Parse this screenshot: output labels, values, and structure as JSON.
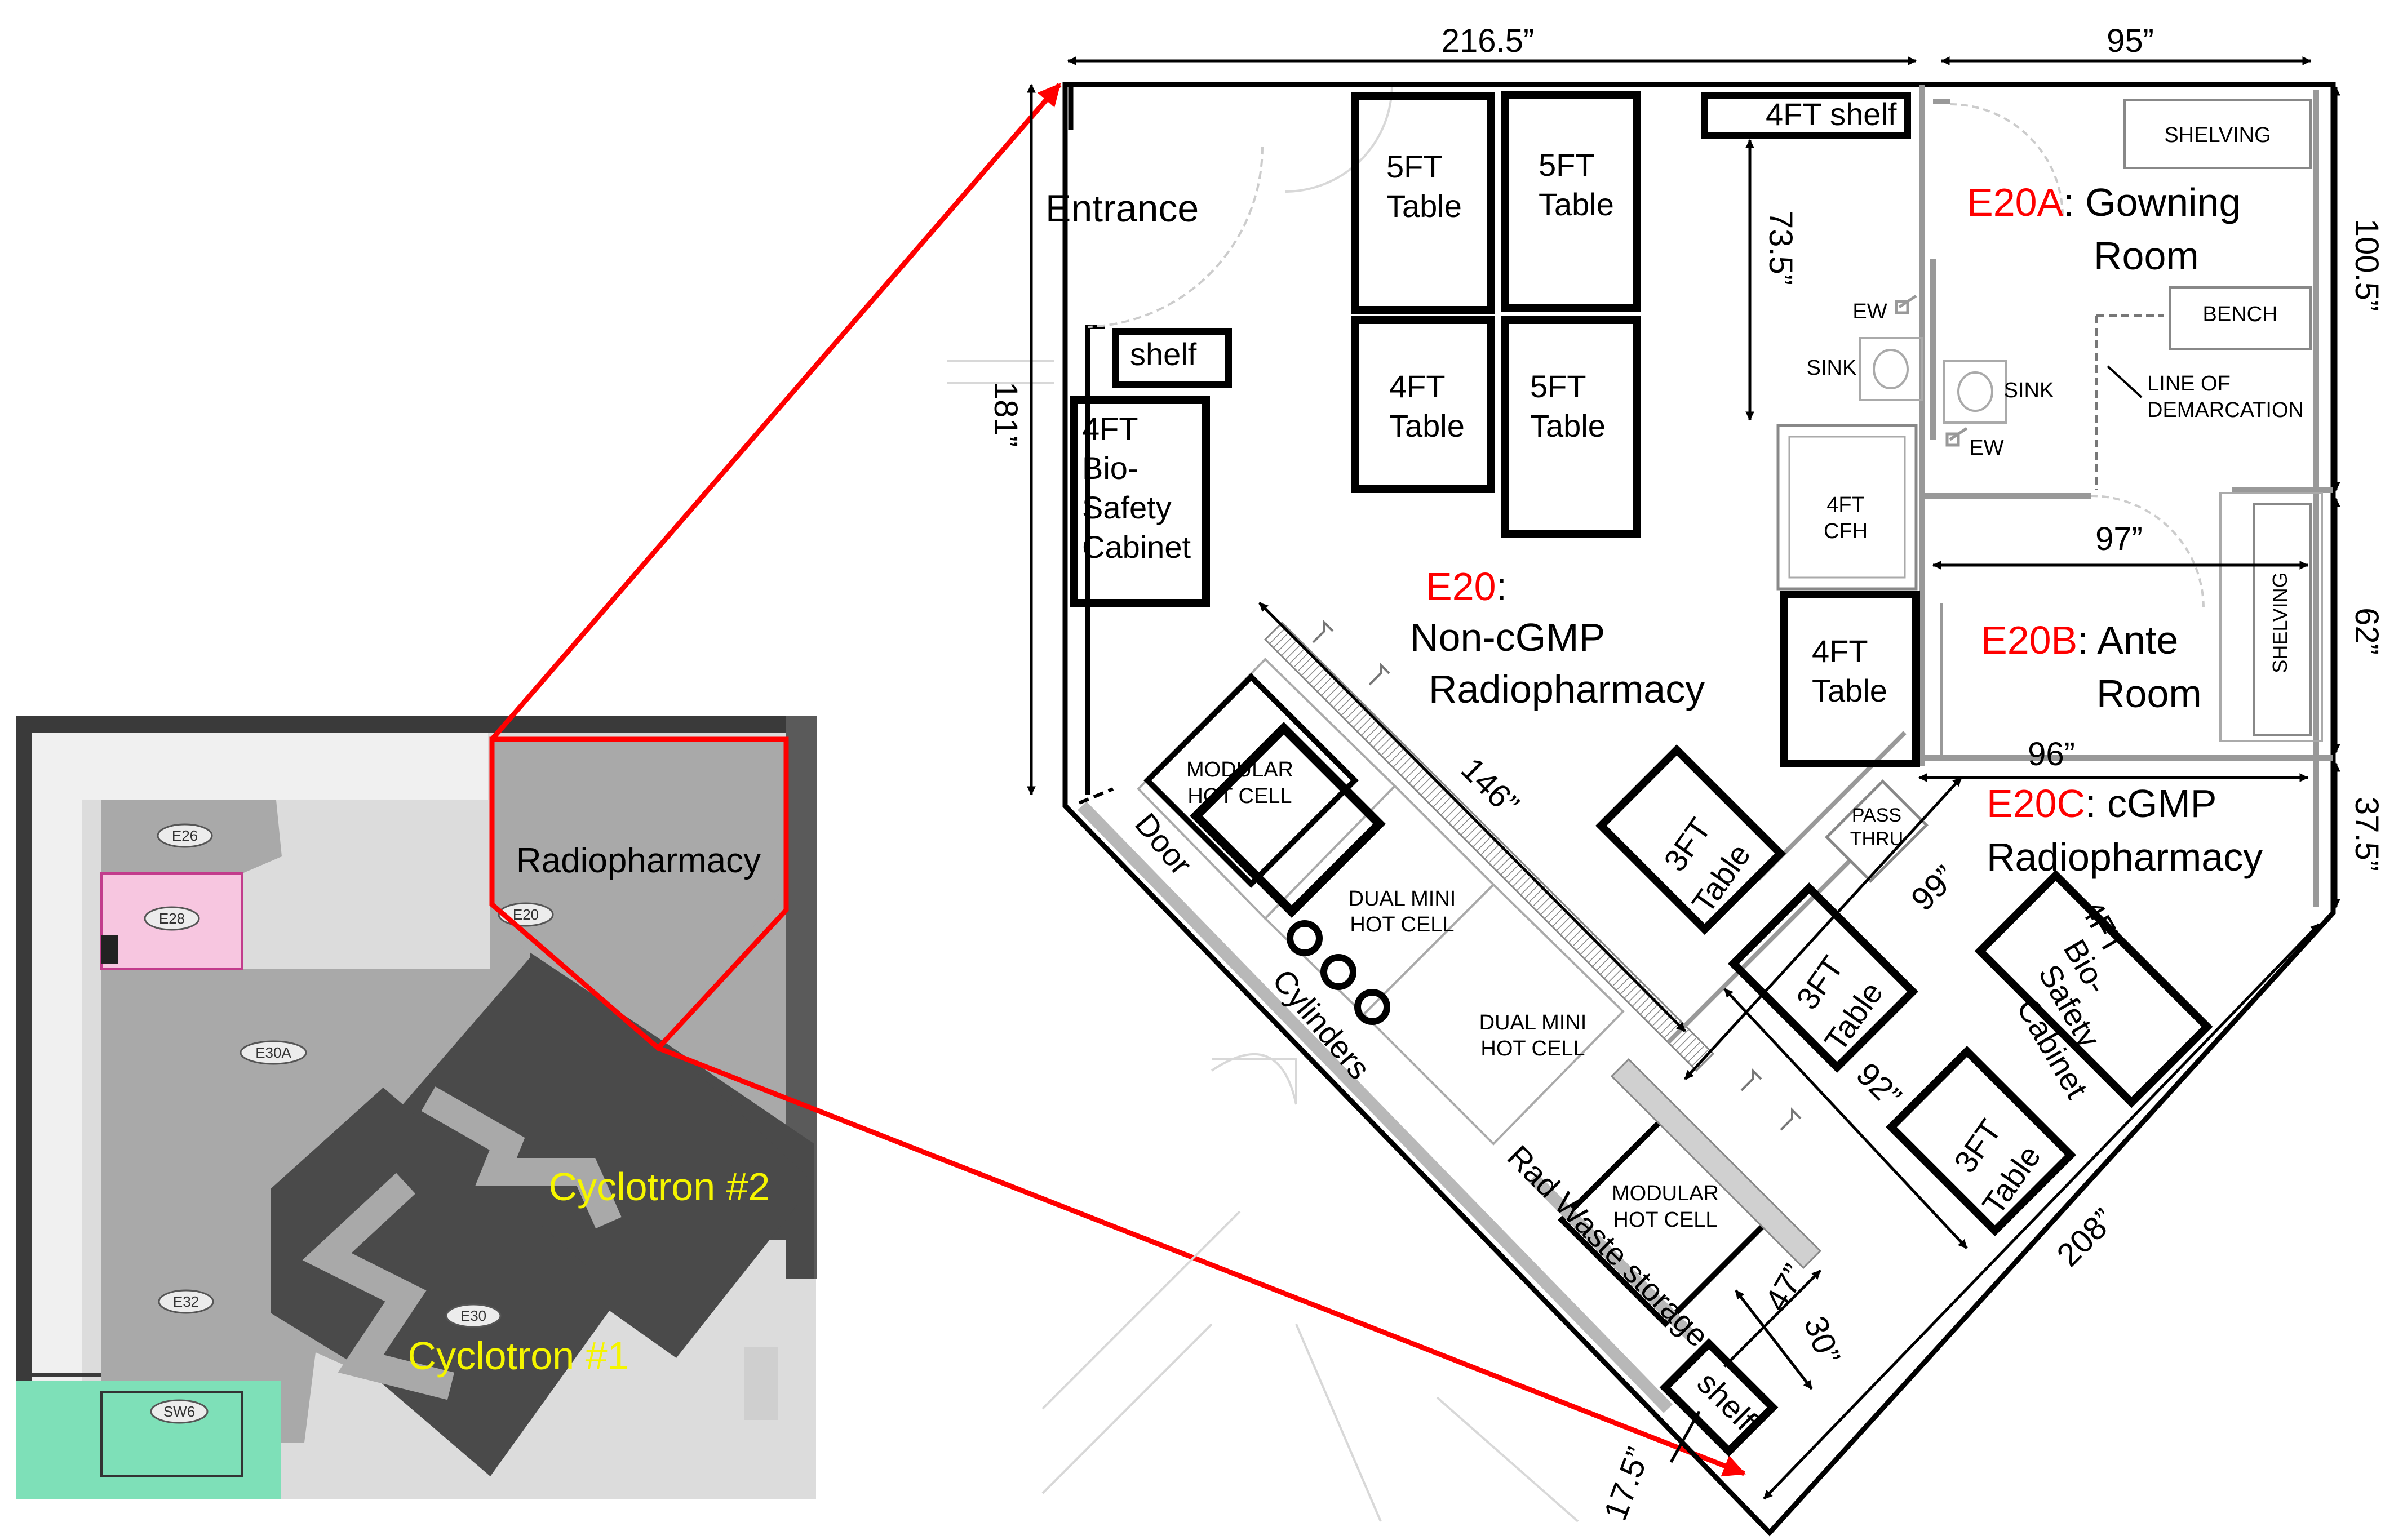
{
  "site_plan": {
    "rooms": {
      "e26": "E26",
      "e28": "E28",
      "e30a": "E30A",
      "e32": "E32",
      "e30": "E30",
      "e20": "E20",
      "sw6": "SW6"
    },
    "radiopharmacy": "Radiopharmacy",
    "cyclotron_1": "Cyclotron #1",
    "cyclotron_2": "Cyclotron #2"
  },
  "dimensions": {
    "top_width": "216.5”",
    "top_right": "95”",
    "left_height": "181”",
    "shelf_depth": "73.5”",
    "right_upper": "100.5”",
    "right_middle": "62”",
    "right_lower": "37.5”",
    "ante_width": "97”",
    "cgmp_width": "96”",
    "hotcell_run": "146”",
    "passthru_run": "99”",
    "bottom_diag": "92”",
    "bottom_right": "208”",
    "small_47": "47”",
    "small_30": "30”",
    "small_17": "17.5”"
  },
  "labels": {
    "entrance": "Entrance",
    "shelf_top": "4FT shelf",
    "shelf_left": "shelf",
    "shelf_bottom": "shelf",
    "table_5ft_line1": "5FT",
    "table_4ft_line1": "4FT",
    "table_3ft_line1": "3FT",
    "table_line2": "Table",
    "bsc_line1": "4FT",
    "bsc_line2": "Bio-",
    "bsc_line3": "Safety",
    "bsc_line4": "Cabinet",
    "cfh_line1": "4FT",
    "cfh_line2": "CFH",
    "modular_line1": "MODULAR",
    "modular_line2": "HOT CELL",
    "dual_line1": "DUAL MINI",
    "dual_line2": "HOT CELL",
    "passthru_line1": "PASS",
    "passthru_line2": "THRU",
    "door": "Door",
    "cylinders": "Cylinders",
    "rad_waste": "Rad Waste storage",
    "shelving": "SHELVING",
    "bench": "BENCH",
    "ew": "EW",
    "sink": "SINK",
    "demarcation_line1": "LINE OF",
    "demarcation_line2": "DEMARCATION"
  },
  "room_names": {
    "e20_code": "E20",
    "e20_suffix": ":",
    "e20_line2": "Non-cGMP",
    "e20_line3": "Radiopharmacy",
    "e20a_code": "E20A",
    "e20a_text": ": Gowning",
    "e20a_line2": "Room",
    "e20b_code": "E20B",
    "e20b_text": ": Ante",
    "e20b_line2": "Room",
    "e20c_code": "E20C",
    "e20c_text": ": cGMP",
    "e20c_line2": "Radiopharmacy"
  },
  "colors": {
    "accent_red": "#ff0000",
    "cyclotron_yellow": "#f5f500",
    "room_gray": "#a9a9a9",
    "wall_dark": "#4a4a4a",
    "e28_pink": "#f7c6e0",
    "sw6_green": "#7ee0b8"
  }
}
